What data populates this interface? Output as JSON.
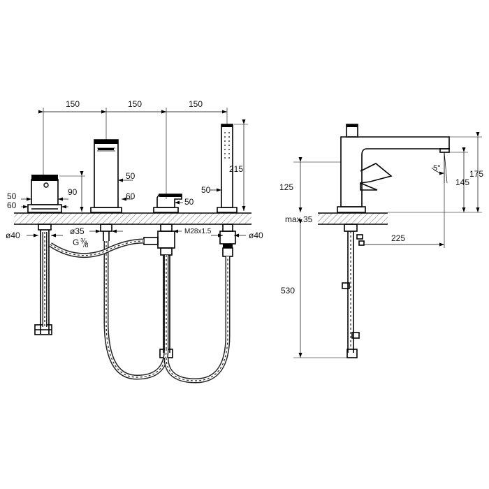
{
  "dimensions": {
    "spacing_1": "150",
    "spacing_2": "150",
    "spacing_3": "150",
    "valve_height": "90",
    "valve_w1": "50",
    "valve_w2": "60",
    "spout_w1": "50",
    "spout_w2": "60",
    "dia_left": "ø40",
    "dia_right": "ø40",
    "dia_mid": "ø35",
    "thread_g": "G",
    "thread_frac": "¾",
    "thread_frac2": "/8",
    "mixer_w": "50",
    "metric_thread": "M28x1.5",
    "shower_w": "50",
    "shower_h": "215",
    "side_h1": "125",
    "side_h2": "175",
    "side_h3": "145",
    "angle": "5°",
    "deck_max": "max.35",
    "reach": "225",
    "hose_len": "530"
  }
}
